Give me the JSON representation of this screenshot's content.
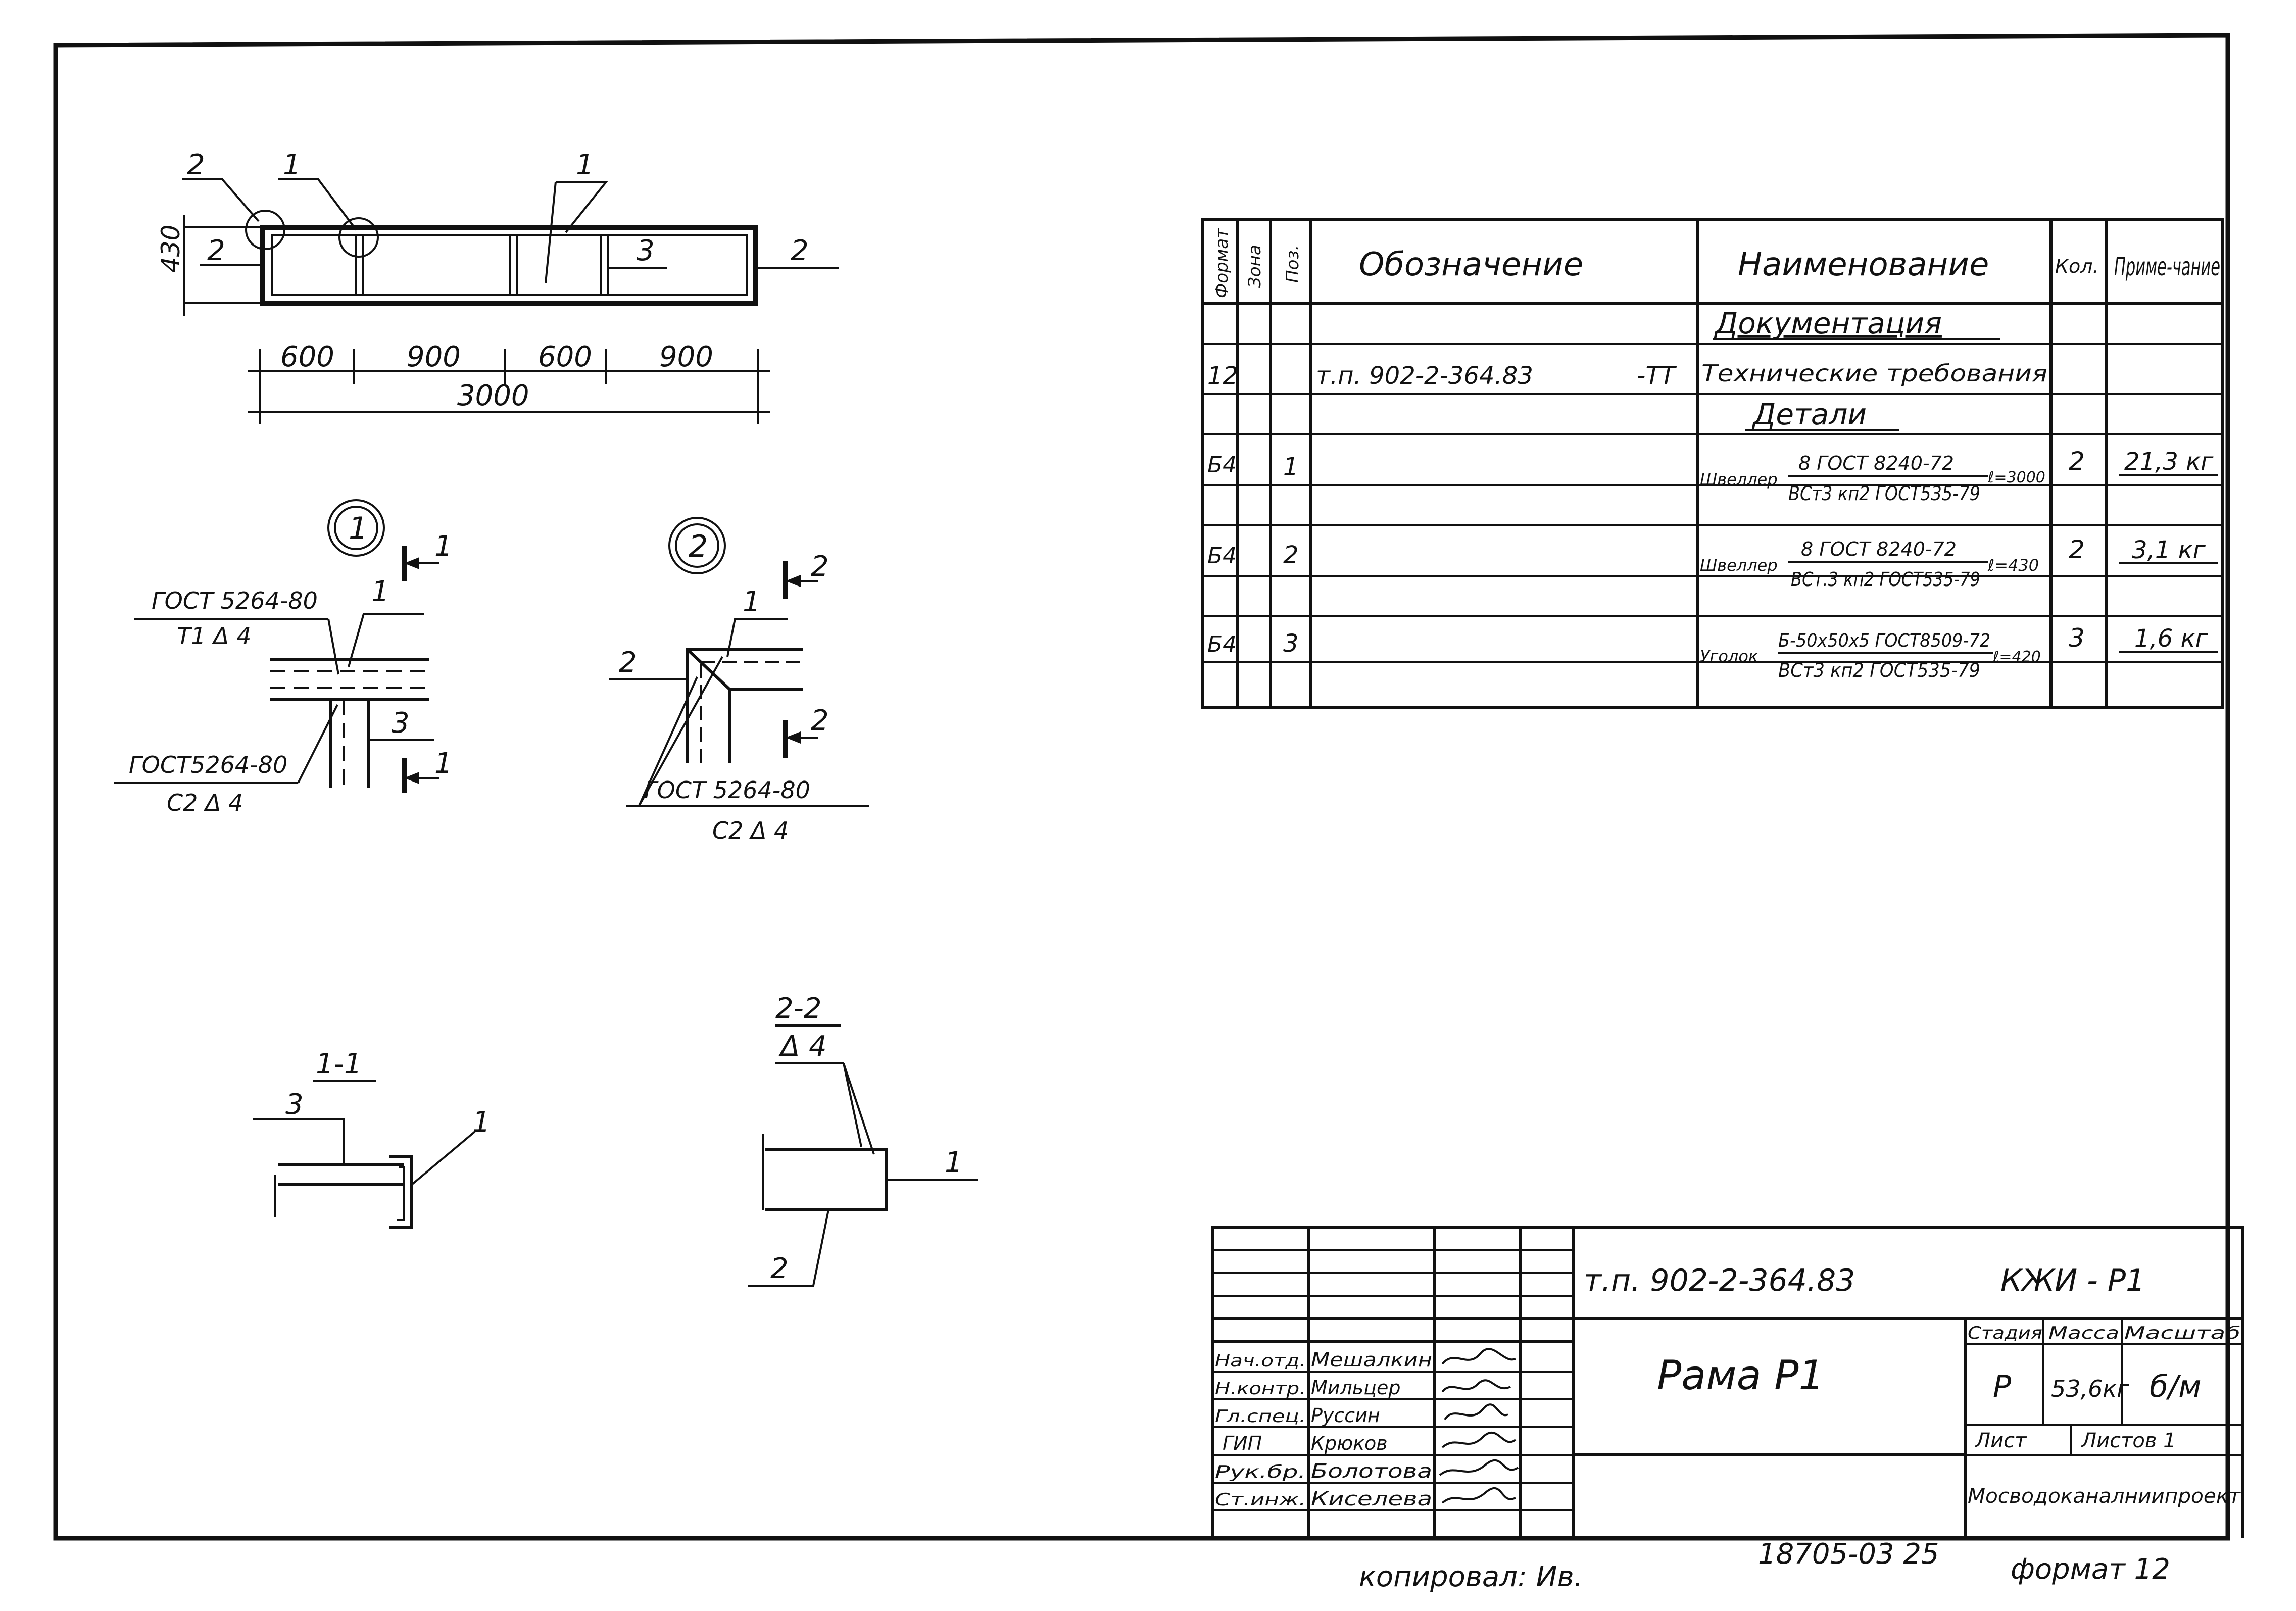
{
  "frame_view": {
    "callouts": [
      "2",
      "1",
      "1",
      "2",
      "3",
      "2"
    ],
    "height_dim": "430",
    "dims": [
      "600",
      "900",
      "600",
      "900"
    ],
    "total_dim": "3000"
  },
  "detail1": {
    "marker": "1",
    "cut_1_top": "1",
    "cut_1_bottom": "1",
    "part_1": "1",
    "part_3": "3",
    "weld_top_std": "ГОСТ 5264-80",
    "weld_top_code": "Т1 Δ 4",
    "weld_bottom_std": "ГОСТ5264-80",
    "weld_bottom_code": "С2 Δ 4"
  },
  "detail2": {
    "marker": "2",
    "cut_2_top": "2",
    "cut_2_bottom": "2",
    "part_1": "1",
    "part_2": "2",
    "weld_std": "ГОСТ 5264-80",
    "weld_code": "С2 Δ 4"
  },
  "section11": {
    "title": "1-1",
    "part_3": "3",
    "part_1": "1"
  },
  "section22": {
    "title": "2-2",
    "weld": "Δ 4",
    "part_1": "1",
    "part_2": "2"
  },
  "spec": {
    "headers": {
      "format": "Формат",
      "zone": "Зона",
      "pos": "Поз.",
      "designation": "Обозначение",
      "name": "Наименование",
      "qty": "Кол.",
      "note": "Приме-чание"
    },
    "section_docs": "Документация",
    "doc_row": {
      "format": "12",
      "designation": "т.п. 902-2-364.83",
      "suffix": "-ТТ",
      "name": "Технические требования"
    },
    "section_details": "Детали",
    "rows": [
      {
        "format": "Б4",
        "pos": "1",
        "kind": "Швеллер",
        "top": "8 ГОСТ 8240-72",
        "bottom": "ВСт3 кп2 ГОСТ535-79",
        "length": "ℓ=3000",
        "qty": "2",
        "note": "21,3 кг"
      },
      {
        "format": "Б4",
        "pos": "2",
        "kind": "Швеллер",
        "top": "8 ГОСТ 8240-72",
        "bottom": "ВСт.3 кп2 ГОСТ535-79",
        "length": "ℓ=430",
        "qty": "2",
        "note": "3,1 кг"
      },
      {
        "format": "Б4",
        "pos": "3",
        "kind": "Уголок",
        "top": "Б-50х50х5 ГОСТ8509-72",
        "bottom": "ВСт3 кп2 ГОСТ535-79",
        "length": "ℓ=420",
        "qty": "3",
        "note": "1,6 кг"
      }
    ]
  },
  "title_block": {
    "doc_number": "т.п. 902-2-364.83",
    "mark": "КЖИ - Р1",
    "product": "Рама   Р1",
    "stage_label": "Стадия",
    "mass_label": "Масса",
    "scale_label": "Масштаб",
    "stage": "Р",
    "mass": "53,6кг",
    "scale": "б/м",
    "sheet_label": "Лист",
    "sheets_label": "Листов 1",
    "organization": "Мосводоканалниипроект",
    "signers": [
      {
        "role": "Нач.отд.",
        "name": "Мешалкин"
      },
      {
        "role": "Н.контр.",
        "name": "Мильцер"
      },
      {
        "role": "Гл.спец.",
        "name": "Руссин"
      },
      {
        "role": "ГИП",
        "name": "Крюков"
      },
      {
        "role": "Рук.бр.",
        "name": "Болотова"
      },
      {
        "role": "Ст.инж.",
        "name": "Киселева"
      }
    ]
  },
  "footer": {
    "copied": "копировал: Ив.",
    "archive": "18705-03 25",
    "format": "формат 12"
  }
}
